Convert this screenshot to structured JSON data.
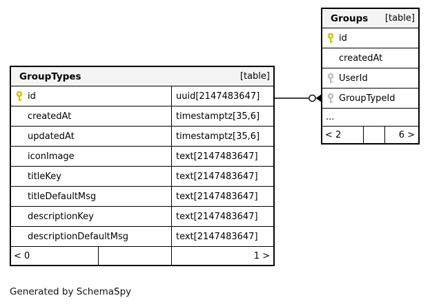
{
  "diagram": {
    "footer_note": "Generated by SchemaSpy",
    "relationship": {
      "from_table": "GroupTypes",
      "from_column": "id",
      "to_table": "Groups",
      "to_column": "GroupTypeId"
    },
    "colors": {
      "primary_key_icon": "#c8c800",
      "foreign_key_icon": "#bdbdbd",
      "header_bg": "#f4f4f4",
      "border": "#000000"
    }
  },
  "tables": [
    {
      "name": "GroupTypes",
      "badge": "[table]",
      "columns": [
        {
          "name": "id",
          "type": "uuid[2147483647]",
          "key": "primary"
        },
        {
          "name": "createdAt",
          "type": "timestamptz[35,6]",
          "key": "none"
        },
        {
          "name": "updatedAt",
          "type": "timestamptz[35,6]",
          "key": "none"
        },
        {
          "name": "iconImage",
          "type": "text[2147483647]",
          "key": "none"
        },
        {
          "name": "titleKey",
          "type": "text[2147483647]",
          "key": "none"
        },
        {
          "name": "titleDefaultMsg",
          "type": "text[2147483647]",
          "key": "none"
        },
        {
          "name": "descriptionKey",
          "type": "text[2147483647]",
          "key": "none"
        },
        {
          "name": "descriptionDefaultMsg",
          "type": "text[2147483647]",
          "key": "none"
        }
      ],
      "footer": {
        "parents": "< 0",
        "middle": "",
        "children": "1 >"
      }
    },
    {
      "name": "Groups",
      "badge": "[table]",
      "columns": [
        {
          "name": "id",
          "key": "primary"
        },
        {
          "name": "createdAt",
          "key": "none"
        },
        {
          "name": "UserId",
          "key": "foreign"
        },
        {
          "name": "GroupTypeId",
          "key": "foreign"
        },
        {
          "name": "...",
          "key": "ellipsis"
        }
      ],
      "footer": {
        "parents": "< 2",
        "middle": "",
        "children": "6 >"
      }
    }
  ]
}
